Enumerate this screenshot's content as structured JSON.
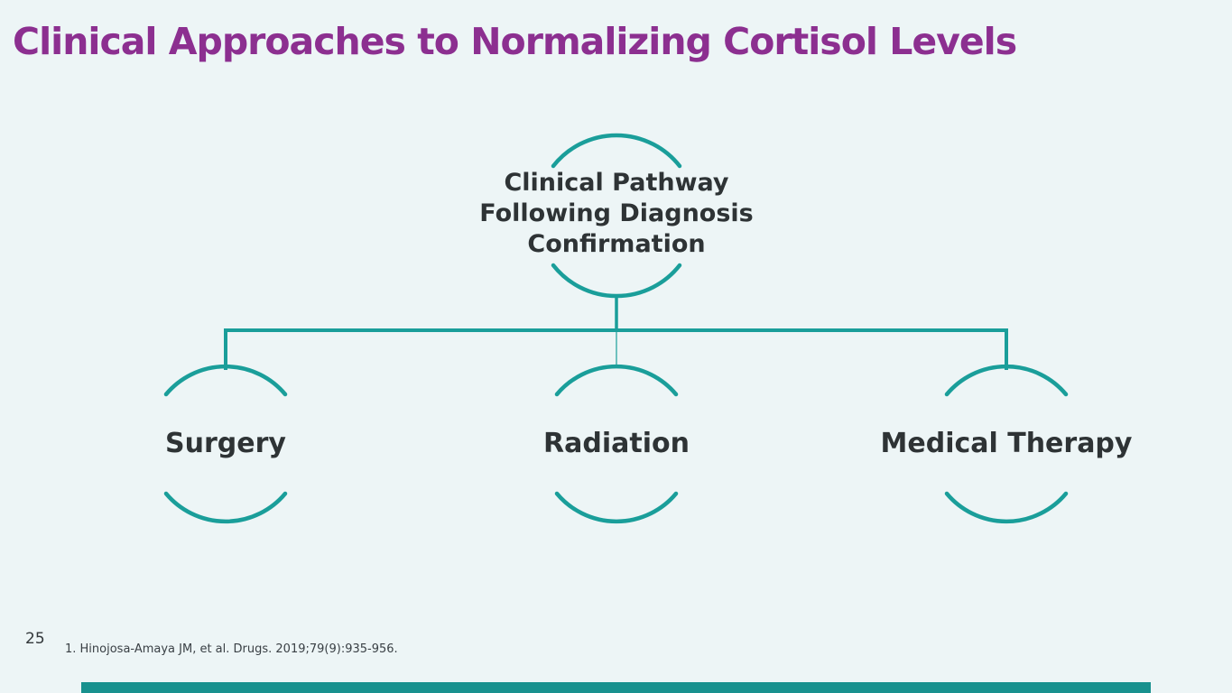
{
  "slide": {
    "title": "Clinical Approaches to Normalizing Cortisol Levels",
    "page_number": "25",
    "citation": "1. Hinojosa-Amaya JM, et al. Drugs. 2019;79(9):935-956."
  },
  "diagram": {
    "root": {
      "lines": [
        "Clinical Pathway",
        "Following Diagnosis",
        "Confirmation"
      ]
    },
    "children": [
      {
        "label": "Surgery"
      },
      {
        "label": "Radiation"
      },
      {
        "label": "Medical Therapy"
      }
    ]
  },
  "colors": {
    "background": "#edf5f6",
    "accent_teal": "#1a9e9a",
    "title_purple": "#8c2f90",
    "text_dark": "#2e3335",
    "footer_bar_teal": "#18918e"
  }
}
